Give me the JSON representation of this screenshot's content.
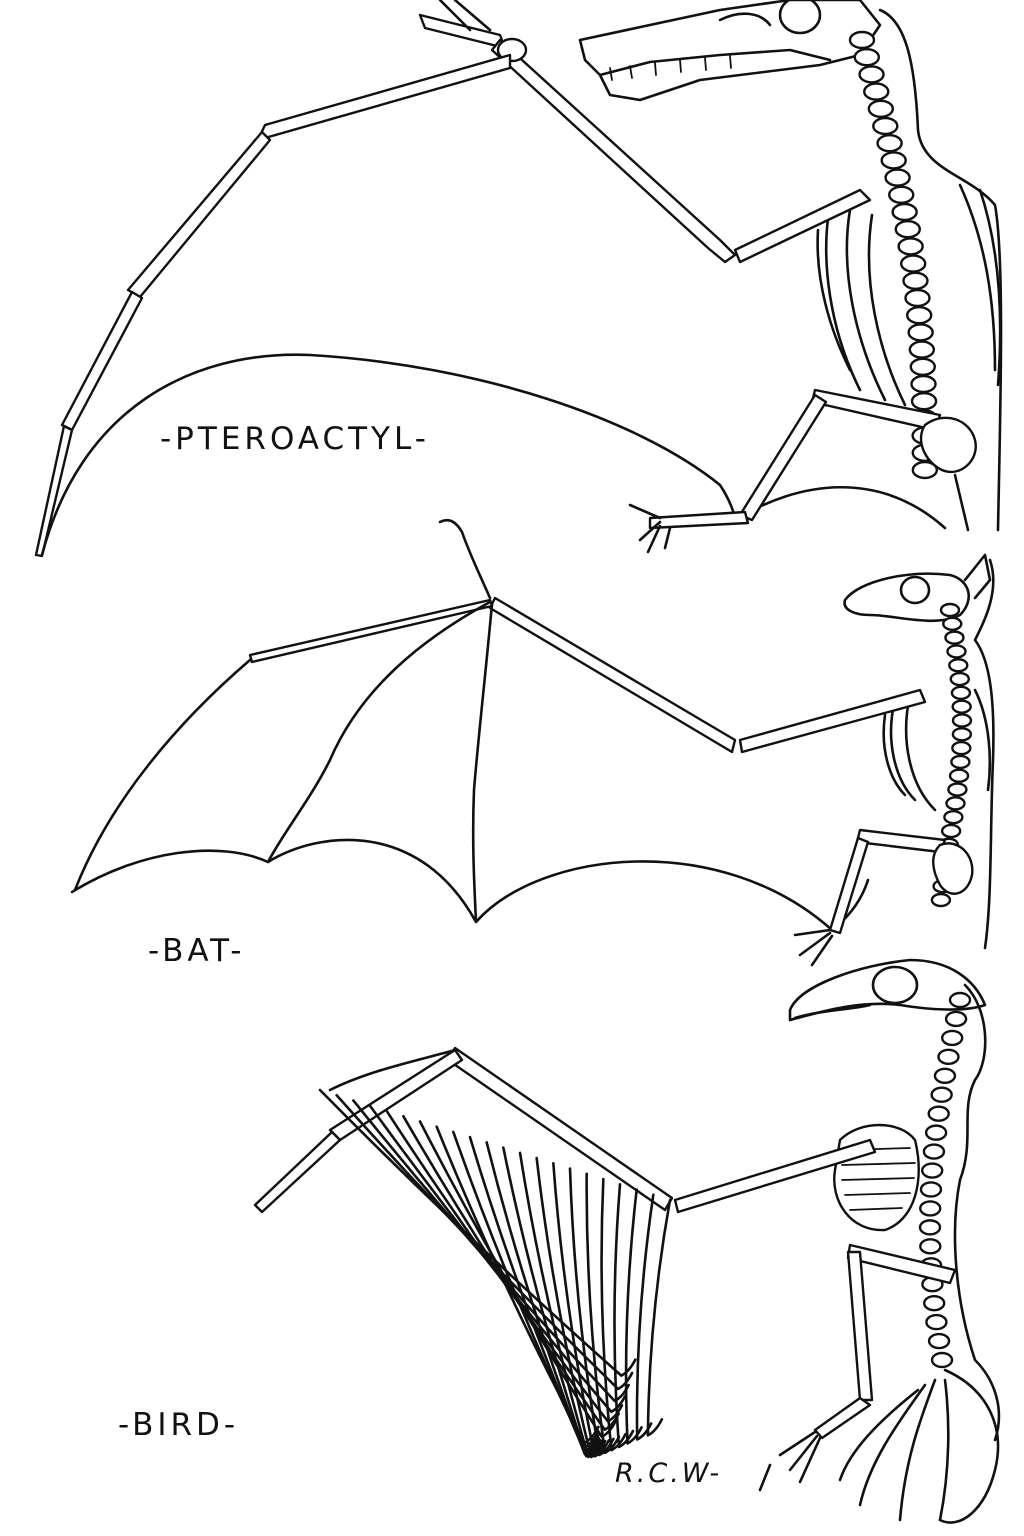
{
  "labels": {
    "pterodactyl": "-PTEROACTYL-",
    "bat": "-BAT-",
    "bird": "-BIRD-",
    "signature": "R.C.W-"
  },
  "style": {
    "ink": "#111111",
    "paper": "#ffffff"
  }
}
